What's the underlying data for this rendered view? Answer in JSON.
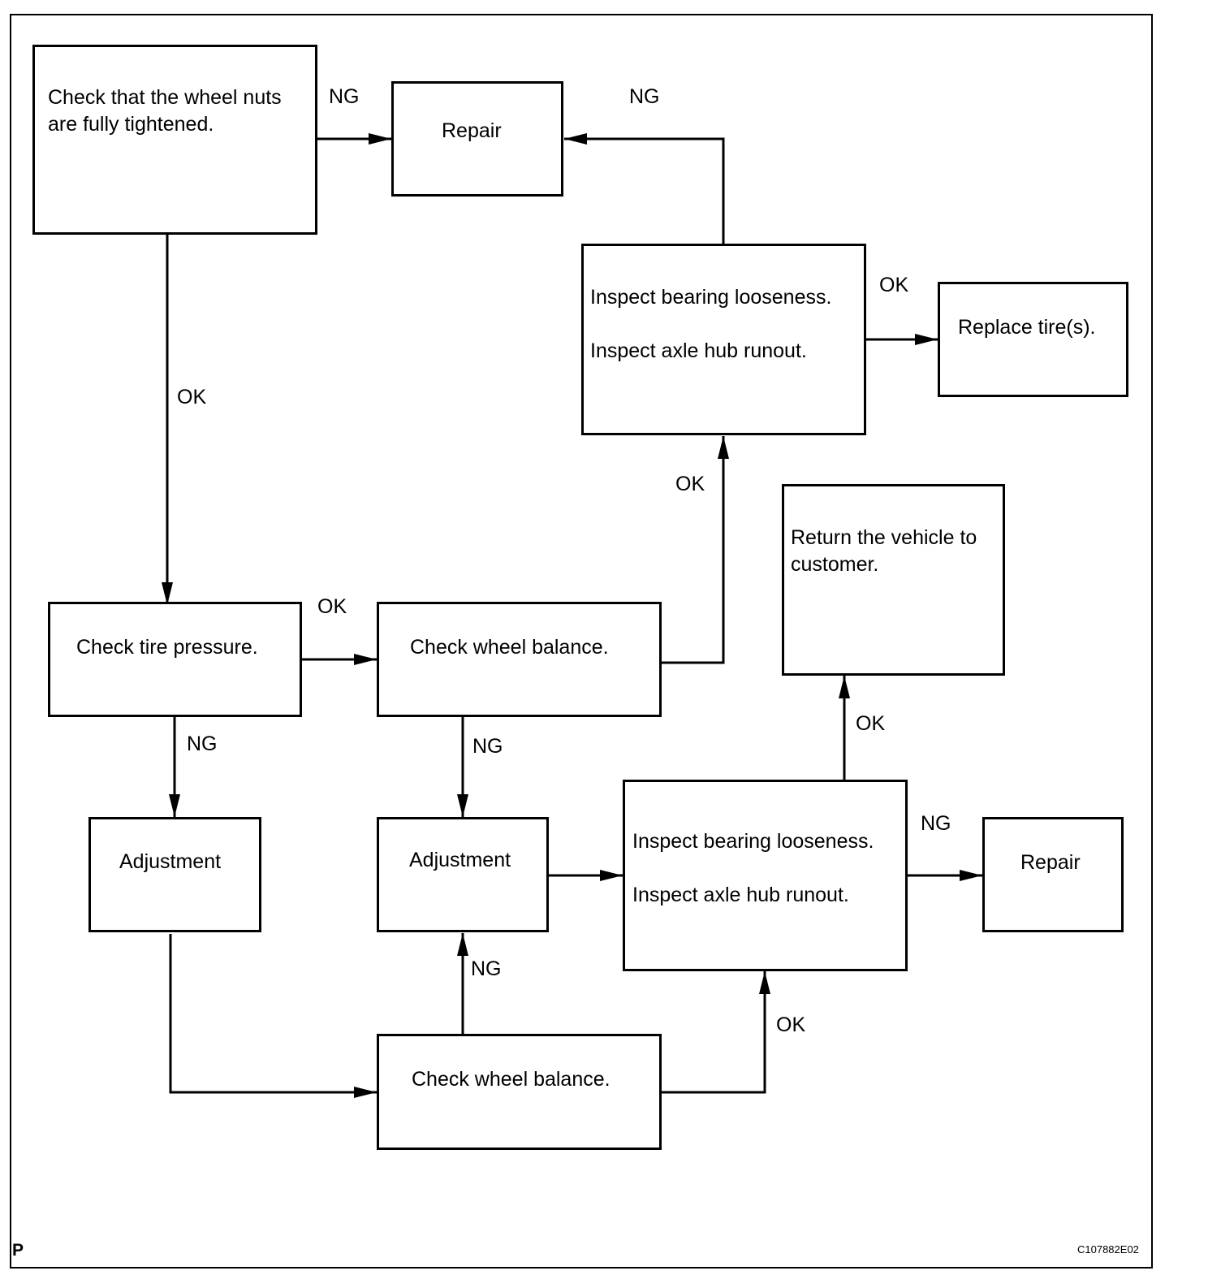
{
  "boxes": {
    "check_nuts": "Check that the wheel nuts\nare fully tightened.",
    "repair_top": "Repair",
    "inspect_top_1": "Inspect bearing looseness.",
    "inspect_top_2": "Inspect axle hub runout.",
    "replace_tires": "Replace tire(s).",
    "return_vehicle": "Return the vehicle to\ncustomer.",
    "check_pressure": "Check tire pressure.",
    "check_balance_1": "Check wheel balance.",
    "adjustment_left": "Adjustment",
    "adjustment_mid": "Adjustment",
    "inspect_bottom_1": "Inspect bearing looseness.",
    "inspect_bottom_2": "Inspect axle hub runout.",
    "repair_bottom": "Repair",
    "check_balance_2": "Check wheel balance."
  },
  "labels": {
    "nuts_ng": "NG",
    "inspect_top_ng": "NG",
    "inspect_top_ok": "OK",
    "nuts_ok": "OK",
    "balance1_ok": "OK",
    "pressure_ok": "OK",
    "inspect_bottom_ok": "OK",
    "pressure_ng": "NG",
    "balance1_ng": "NG",
    "inspect_bottom_ng": "NG",
    "balance2_ng": "NG",
    "balance2_ok": "OK"
  },
  "corner": {
    "p": "P",
    "code": "C107882E02"
  }
}
